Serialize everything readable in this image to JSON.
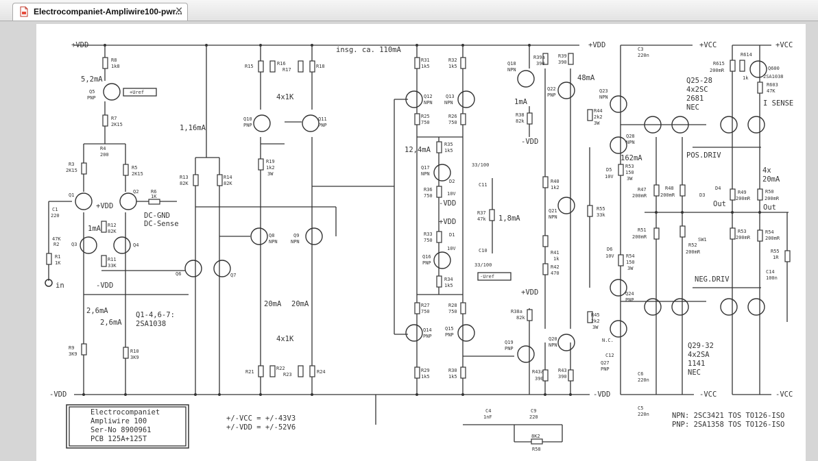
{
  "tab": {
    "title": "Electrocompaniet-Ampliwire100-pwr...",
    "close_glyph": "✕",
    "icon": "pdf-file-icon"
  },
  "rails": {
    "vdd_pos": "+VDD",
    "vdd_neg": "-VDD",
    "vcc_pos": "+VCC",
    "vcc_neg": "-VCC",
    "total_current": "insg. ca. 110mA"
  },
  "labels": {
    "r8": "R8",
    "r8v": "1k8",
    "i52": "5,2mA",
    "q5": "Q5",
    "q5t": "PNP",
    "uref1": "+Uref",
    "r7": "R7",
    "r7v": "2K15",
    "r4": "R4",
    "r4v": "200",
    "r3": "R3",
    "r3v": "2K15",
    "r5": "R5",
    "r5v": "2K15",
    "q1": "Q1",
    "q2": "Q2",
    "r6": "R6",
    "r6v": "1K",
    "dcgnd": "DC-GND",
    "dcsense": "DC-Sense",
    "c1": "C1",
    "c1v": "220",
    "r2": "R2",
    "r2v": "47K",
    "vddp_small": "+VDD",
    "i1": "1mA",
    "r12": "R12",
    "r12v": "82K",
    "q3": "Q3",
    "q4": "Q4",
    "r1": "R1",
    "r1v": "1K",
    "in": "in",
    "r11": "R11",
    "r11v": "33K",
    "vddn_small": "-VDD",
    "i26a": "2,6mA",
    "i26b": "2,6mA",
    "q14note": "Q1-4,6-7:",
    "q14part": "2SA1038",
    "r9": "R9",
    "r9v": "3K9",
    "r10": "R10",
    "r10v": "3K9",
    "r15": "R15",
    "r16": "R16",
    "r17": "R17",
    "r18": "R18",
    "r4x1k_a": "4x1K",
    "i116": "1,16mA",
    "q10": "Q10",
    "q10t": "PNP",
    "q11": "Q11",
    "q11t": "PNP",
    "r19": "R19",
    "r19v": "1k2",
    "r19w": "3W",
    "r13": "R13",
    "r13v": "82K",
    "r14": "R14",
    "r14v": "82K",
    "q8": "Q8",
    "q8t": "NPN",
    "q9": "Q9",
    "q9t": "NPN",
    "q6": "Q6",
    "q7": "Q7",
    "i20a": "20mA",
    "i20b": "20mA",
    "r4x1k_b": "4x1K",
    "r21": "R21",
    "r22": "R22",
    "r23": "R23",
    "r24": "R24",
    "r31": "R31",
    "r31v": "1k5",
    "r32": "R32",
    "r32v": "1k5",
    "q12": "Q12",
    "q12t": "NPN",
    "q13": "Q13",
    "q13t": "NPN",
    "r25": "R25",
    "r25v": "750",
    "r26": "R26",
    "r26v": "750",
    "i124": "12,4mA",
    "r35": "R35",
    "r35v": "1k5",
    "c33a": "33/100",
    "q17": "Q17",
    "q17t": "NPN",
    "d2": "D2",
    "d2v": "10V",
    "c11": "C11",
    "r36": "R36",
    "r36v": "750",
    "vddn_mid": "-VDD",
    "r37": "R37",
    "r37v": "47k",
    "i18": "1,8mA",
    "vddp_mid": "+VDD",
    "r33": "R33",
    "r33v": "750",
    "d1": "D1",
    "d1v": "10V",
    "c10": "C10",
    "q16": "Q16",
    "q16t": "PNP",
    "c33b": "33/100",
    "uref2": "-Uref",
    "r34": "R34",
    "r34v": "1k5",
    "r27": "R27",
    "r27v": "750",
    "r28": "R28",
    "r28v": "750",
    "q14": "Q14",
    "q14t": "PNP",
    "q15": "Q15",
    "q15t": "PNP",
    "r29": "R29",
    "r29v": "1k5",
    "r30": "R30",
    "r30v": "1k5",
    "q18": "Q18",
    "q18t": "NPN",
    "r39a": "R39a",
    "r39av": "390",
    "r39": "R39",
    "r39v": "390",
    "i48": "48mA",
    "q22": "Q22",
    "q22t": "PNP",
    "i1b": "1mA",
    "r38": "R38",
    "r38v": "82k",
    "vddn_r": "-VDD",
    "r40": "R40",
    "r40v": "1k2",
    "q21": "Q21",
    "q21t": "NPN",
    "r41": "R41",
    "r41v": "1k",
    "r42": "R42",
    "r42v": "470",
    "vddp_r": "+VDD",
    "r38a": "R38a",
    "r38av": "82k",
    "q19": "Q19",
    "q19t": "PNP",
    "q20": "Q20",
    "q20t": "NPN",
    "r43a": "R43a",
    "r43av": "390",
    "r43": "R43",
    "r43v": "390",
    "c3": "C3",
    "c3v": "220n",
    "q23": "Q23",
    "q23t": "NPN",
    "r44": "R44",
    "r44v": "2k2",
    "r44w": "3W",
    "q28": "Q28",
    "q28t": "NPN",
    "i162": "162mA",
    "d5": "D5",
    "d5v": "10V",
    "r53a": "R53",
    "r53av": "150",
    "r53aw": "3W",
    "r55": "R55",
    "r55v": "33k",
    "d6": "D6",
    "d6v": "10V",
    "r54a": "R54",
    "r54av": "150",
    "r54aw": "3W",
    "q24": "Q24",
    "q24t": "PNP",
    "r45": "R45",
    "r45v": "2k2",
    "r45w": "3W",
    "q27": "Q27",
    "q27t": "PNP",
    "nc": "N.C.",
    "c12": "C12",
    "c6": "C6",
    "c6v": "220n",
    "c5": "C5",
    "c5v": "220n",
    "q2528": "Q25-28",
    "q2528a": "4x2SC",
    "q2528b": "2681",
    "q2528c": "NEC",
    "r615": "R615",
    "r615v": "200mR",
    "r614": "R614",
    "r614v": "1k",
    "q600": "Q600",
    "q600t": "2SA1038",
    "r603": "R603",
    "r603v": "47K",
    "isense": "I SENSE",
    "posdriv": "POS.DRIV",
    "i4x": "4x",
    "i20c": "20mA",
    "d3": "D3",
    "d4": "D4",
    "out1": "Out",
    "out2": "Out",
    "r47": "R47",
    "r47v": "200mR",
    "r48": "R48",
    "r48v": "200mR",
    "r49": "R49",
    "r49v": "200mR",
    "r50": "R50",
    "r50v": "200mR",
    "r51": "R51",
    "r51v": "200mR",
    "sw1": "SW1",
    "r52": "R52",
    "r52v": "200mR",
    "r53b": "R53",
    "r53bv": "200mR",
    "r54b": "R54",
    "r54bv": "200mR",
    "r55b": "R55",
    "r55bv": "1R",
    "c14": "C14",
    "c14v": "100n",
    "negdriv": "NEG.DRIV",
    "q2932": "Q29-32",
    "q2932a": "4x2SA",
    "q2932b": "1141",
    "q2932c": "NEC",
    "c4": "C4",
    "c4v": "1nF",
    "c9": "C9",
    "c9v": "220",
    "r58": "R58",
    "r58v": "8K2",
    "npn_line": "NPN: 2SC3421 TOS TO126-ISO",
    "pnp_line": "PNP: 2SA1358 TOS TO126-ISO",
    "vcc_line": "+/-VCC = +/-43V3",
    "vdd_line": "+/-VDD = +/-52V6"
  },
  "title_block": {
    "line1": "Electrocompaniet",
    "line2": "Ampliwire 100",
    "line3": "Ser-No 8900961",
    "line4": "PCB 125A+125T"
  }
}
